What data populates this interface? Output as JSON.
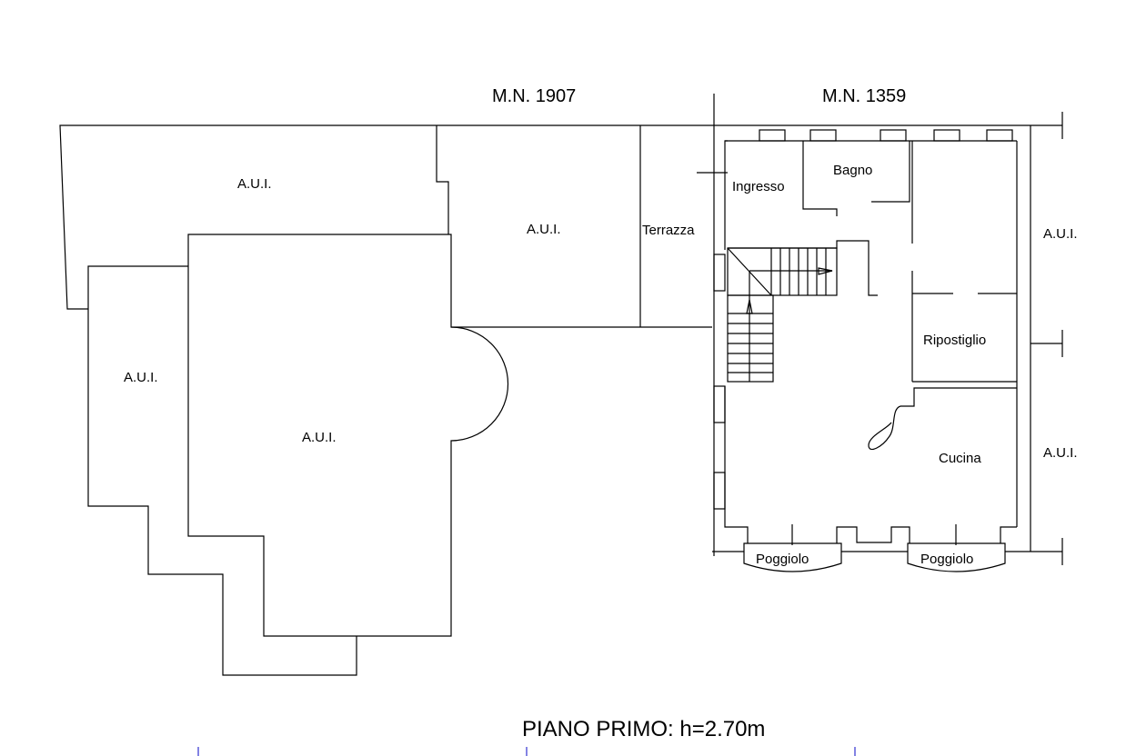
{
  "headers": {
    "left_parcel": "M.N. 1907",
    "right_parcel": "M.N. 1359"
  },
  "title": "PIANO PRIMO: h=2.70m",
  "rooms": {
    "ingresso": "Ingresso",
    "bagno": "Bagno",
    "terrazza": "Terrazza",
    "ripostiglio": "Ripostiglio",
    "cucina": "Cucina",
    "poggiolo_1": "Poggiolo",
    "poggiolo_2": "Poggiolo"
  },
  "aui_labels": {
    "top_left": "A.U.I.",
    "top_middle": "A.U.I.",
    "left": "A.U.I.",
    "center": "A.U.I.",
    "right_top": "A.U.I.",
    "right_bottom": "A.U.I."
  },
  "colors": {
    "lines": "#000000",
    "ticks": "#3030d0"
  }
}
